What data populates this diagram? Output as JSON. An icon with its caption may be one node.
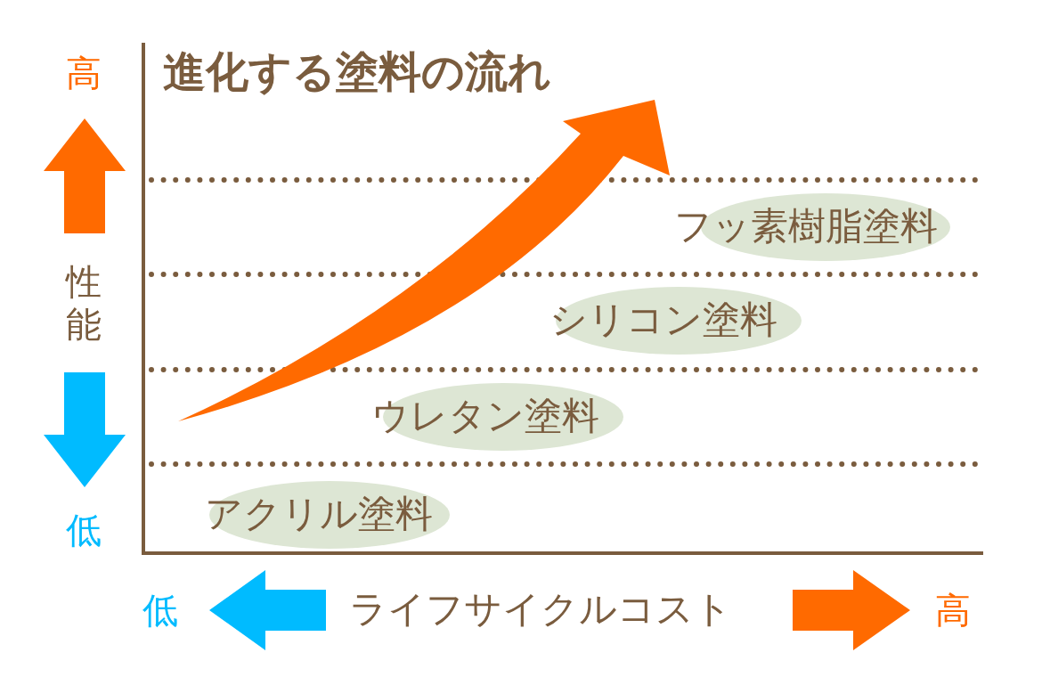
{
  "diagram": {
    "title": "進化する塗料の流れ",
    "nodes": [
      {
        "text": [
          "アクリル塗料"
        ]
      },
      {
        "text": [
          "ウレタン塗料"
        ]
      },
      {
        "text": [
          "シリコン塗料"
        ]
      },
      {
        "text": [
          "フッ素樹脂塗料"
        ]
      }
    ],
    "labels": [
      "高",
      "性能",
      "低",
      "低",
      "ライフサイクルコスト",
      "高"
    ]
  }
}
